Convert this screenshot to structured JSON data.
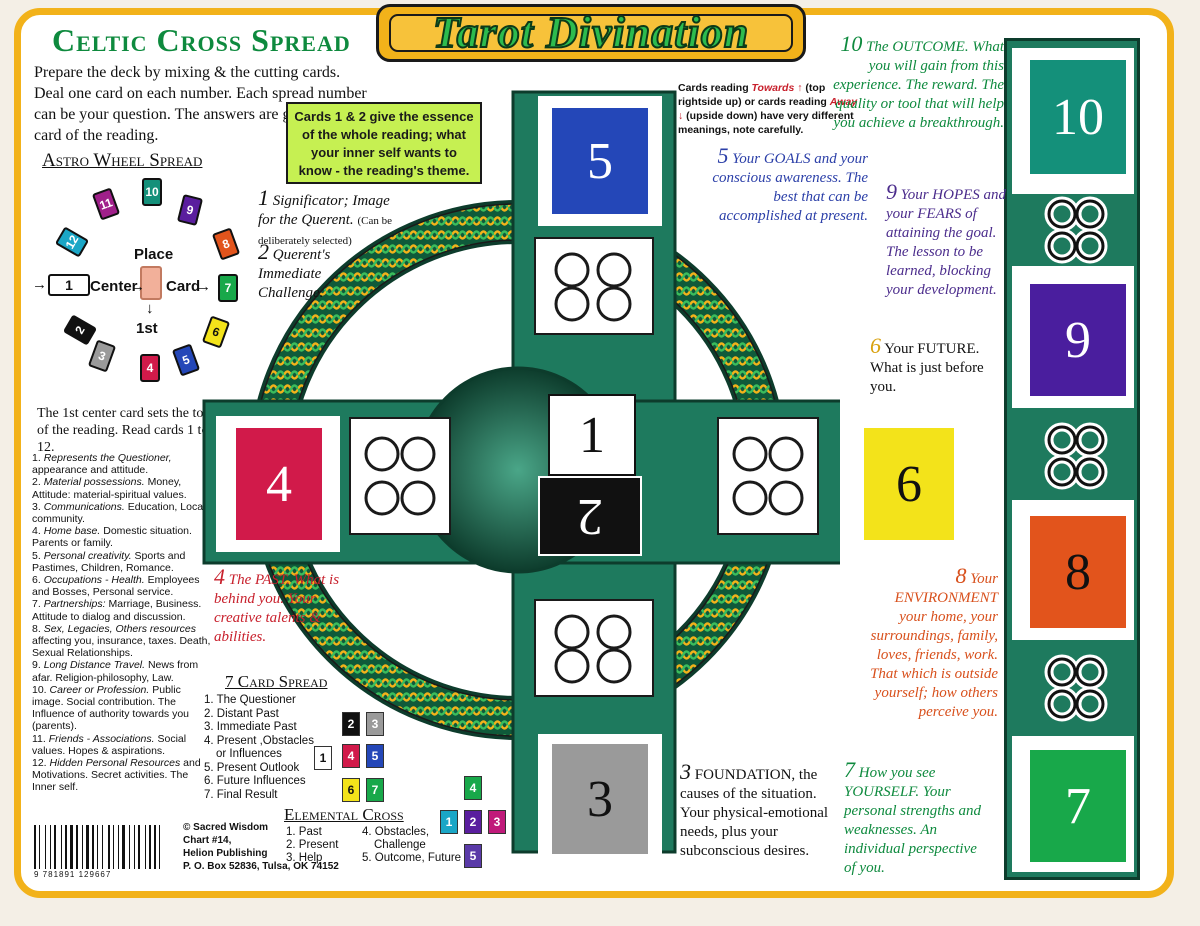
{
  "title": "Tarot Divination",
  "celtic": {
    "title": "Celtic Cross Spread",
    "intro": "Prepare the deck by mixing & the cutting cards. Deal one card on each number. Each spread number can be your question. The answers are given by each card of the reading.",
    "essence_note": "Cards 1 & 2 give the essence of the whole reading; what your inner self wants to know - the reading's theme.",
    "orientation_note": {
      "prefix": "Cards reading ",
      "towards": "Towards",
      "mid": " (top rightside up) or cards reading ",
      "away": "Away",
      "suffix": " (upside down) have very different meanings, note carefully."
    },
    "positions": [
      {
        "n": "1",
        "text": "Significator; Image for the Querent.",
        "note": "(Can be deliberately selected)"
      },
      {
        "n": "2",
        "text": "Querent's Immediate Challenge."
      },
      {
        "n": "3",
        "text": "FOUNDATION, the causes of the situation. Your physical-emotional needs, plus your subconscious desires."
      },
      {
        "n": "4",
        "text": "The PAST. What is behind you. Your creative talents & abilities."
      },
      {
        "n": "5",
        "text": "Your GOALS and your conscious awareness. The best that can be accomplished at present."
      },
      {
        "n": "6",
        "text": "Your FUTURE. What is just before you."
      },
      {
        "n": "7",
        "text": "How you see YOURSELF. Your personal strengths and weaknesses. An individual perspective of you."
      },
      {
        "n": "8",
        "text": "Your ENVIRONMENT your home, your surroundings, family, loves, friends, work. That which is outside yourself; how others perceive you."
      },
      {
        "n": "9",
        "text": "Your HOPES and your FEARS of attaining the goal. The lesson to be learned, blocking your development."
      },
      {
        "n": "10",
        "text": "The OUTCOME. What you will gain from this experience. The reward. The quality or tool that will help you achieve a breakthrough."
      }
    ]
  },
  "astro": {
    "title": "Astro Wheel Spread",
    "labels": {
      "place": "Place",
      "center": "Center",
      "card": "Card",
      "first": "1st"
    },
    "cards": [
      {
        "n": "1",
        "color": "#ffffff"
      },
      {
        "n": "2",
        "color": "#111111"
      },
      {
        "n": "3",
        "color": "#9a9a9a"
      },
      {
        "n": "4",
        "color": "#d11a4a"
      },
      {
        "n": "5",
        "color": "#2447b8"
      },
      {
        "n": "6",
        "color": "#f3e31a"
      },
      {
        "n": "7",
        "color": "#18a84a"
      },
      {
        "n": "8",
        "color": "#e2541c"
      },
      {
        "n": "9",
        "color": "#5a1e9e"
      },
      {
        "n": "10",
        "color": "#14907a"
      },
      {
        "n": "11",
        "color": "#a0208a"
      },
      {
        "n": "12",
        "color": "#1aa6c6"
      }
    ],
    "center_note": "The 1st center card sets the tone of the reading. Read cards 1 to 12.",
    "houses": [
      {
        "n": "1.",
        "em": "Represents the Questioner,",
        "rest": " appearance and attitude."
      },
      {
        "n": "2.",
        "em": "Material possessions.",
        "rest": " Money, Attitude: material-spiritual values."
      },
      {
        "n": "3.",
        "em": "Communications.",
        "rest": " Education, Local community."
      },
      {
        "n": "4.",
        "em": "Home base.",
        "rest": " Domestic situation. Parents or family."
      },
      {
        "n": "5.",
        "em": "Personal creativity.",
        "rest": " Sports and Pastimes, Children, Romance."
      },
      {
        "n": "6.",
        "em": "Occupations - Health.",
        "rest": " Employees and Bosses, Personal service."
      },
      {
        "n": "7.",
        "em": "Partnerships:",
        "rest": " Marriage, Business. Attitude to dialog and discussion."
      },
      {
        "n": "8.",
        "em": "Sex, Legacies, Others resources",
        "rest": " affecting you, insurance, taxes. Death, Sexual Relationships."
      },
      {
        "n": "9.",
        "em": "Long Distance Travel.",
        "rest": " News from afar. Religion-philosophy, Law."
      },
      {
        "n": "10.",
        "em": "Career or Profession.",
        "rest": " Public image. Social contribution. The Influence of authority towards you (parents)."
      },
      {
        "n": "11.",
        "em": "Friends - Associations.",
        "rest": " Social values. Hopes & aspirations."
      },
      {
        "n": "12.",
        "em": "Hidden Personal Resources",
        "rest": " and Motivations. Secret activities. The Inner self."
      }
    ]
  },
  "seven": {
    "title": "7 Card Spread",
    "items": [
      "1. The Questioner",
      "2. Distant Past",
      "3. Immediate Past",
      "4. Present ,Obstacles",
      "or Influences",
      "5. Present Outlook",
      "6. Future Influences",
      "7. Final Result"
    ],
    "cards": [
      "1",
      "2",
      "3",
      "4",
      "5",
      "6",
      "7"
    ]
  },
  "elemental": {
    "title": "Elemental Cross",
    "col1": [
      "1. Past",
      "2. Present",
      "3. Help"
    ],
    "col2": [
      "4. Obstacles,",
      "Challenge",
      "5. Outcome, Future"
    ],
    "cards": [
      "1",
      "2",
      "3",
      "4",
      "5"
    ]
  },
  "credits": [
    "© Sacred Wisdom",
    "Chart #14,",
    "Helion Publishing",
    "P. O. Box 52836, Tulsa, OK 74152"
  ],
  "barcode_number": "9 781891 129667",
  "spread_cards": {
    "c1": "1",
    "c2": "2",
    "c3": "3",
    "c4": "4",
    "c5": "5",
    "c6": "6",
    "c7": "7",
    "c8": "8",
    "c9": "9",
    "c10": "10"
  },
  "colors": {
    "border": "#f2b21a",
    "cross": "#1e7a5e",
    "card3": "#9a9a9a",
    "card4": "#d11a4a",
    "card5": "#2447b8",
    "card6": "#f3e31a",
    "card7": "#18a84a",
    "card8": "#e2541c",
    "card9": "#4a1e9e",
    "card10": "#14907a"
  }
}
